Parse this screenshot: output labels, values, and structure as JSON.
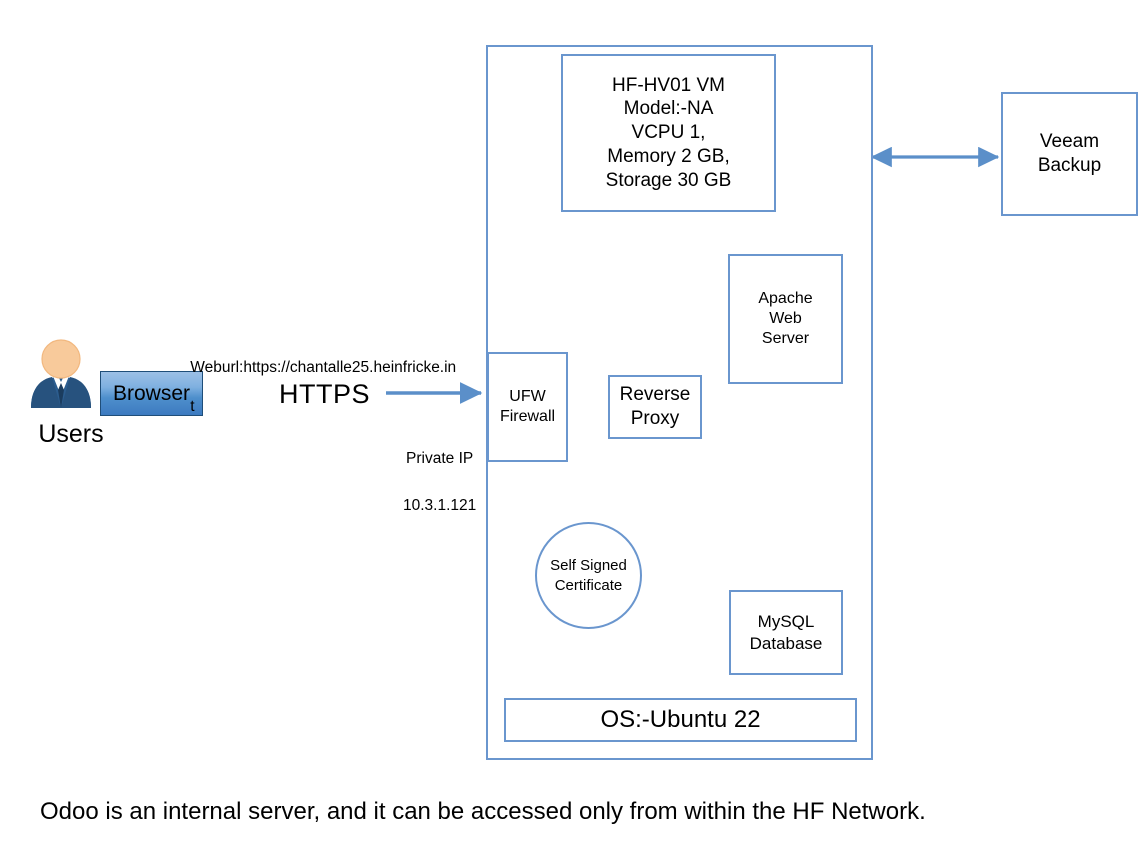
{
  "diagram": {
    "caption": "Odoo is an internal server, and it can be accessed only from within the HF Network.",
    "accent_color": "#6A96CE",
    "arrow_color": "#5B8FC9",
    "browser_border_color": "#1F4E79"
  },
  "users": {
    "label": "Users",
    "avatar_icon": "user-avatar-icon",
    "browser_label": "Browser"
  },
  "connection": {
    "protocol_label": "HTTPS",
    "weburl_label": "Weburl:https://chantalle25.heinfricke.in",
    "weburl_wrap": "t",
    "private_ip_label": "Private IP",
    "private_ip_value": "10.3.1.121"
  },
  "vm": {
    "spec_lines": [
      "HF-HV01 VM",
      "Model:-NA",
      "VCPU 1,",
      "Memory 2 GB,",
      "Storage 30 GB"
    ],
    "os_label": "OS:-Ubuntu 22"
  },
  "components": {
    "firewall": "UFW\nFirewall",
    "reverse_proxy": "Reverse\nProxy",
    "apache": "Apache\nWeb\nServer",
    "mysql": "MySQL\nDatabase",
    "certificate": "Self Signed\nCertificate",
    "backup": "Veeam\nBackup"
  }
}
